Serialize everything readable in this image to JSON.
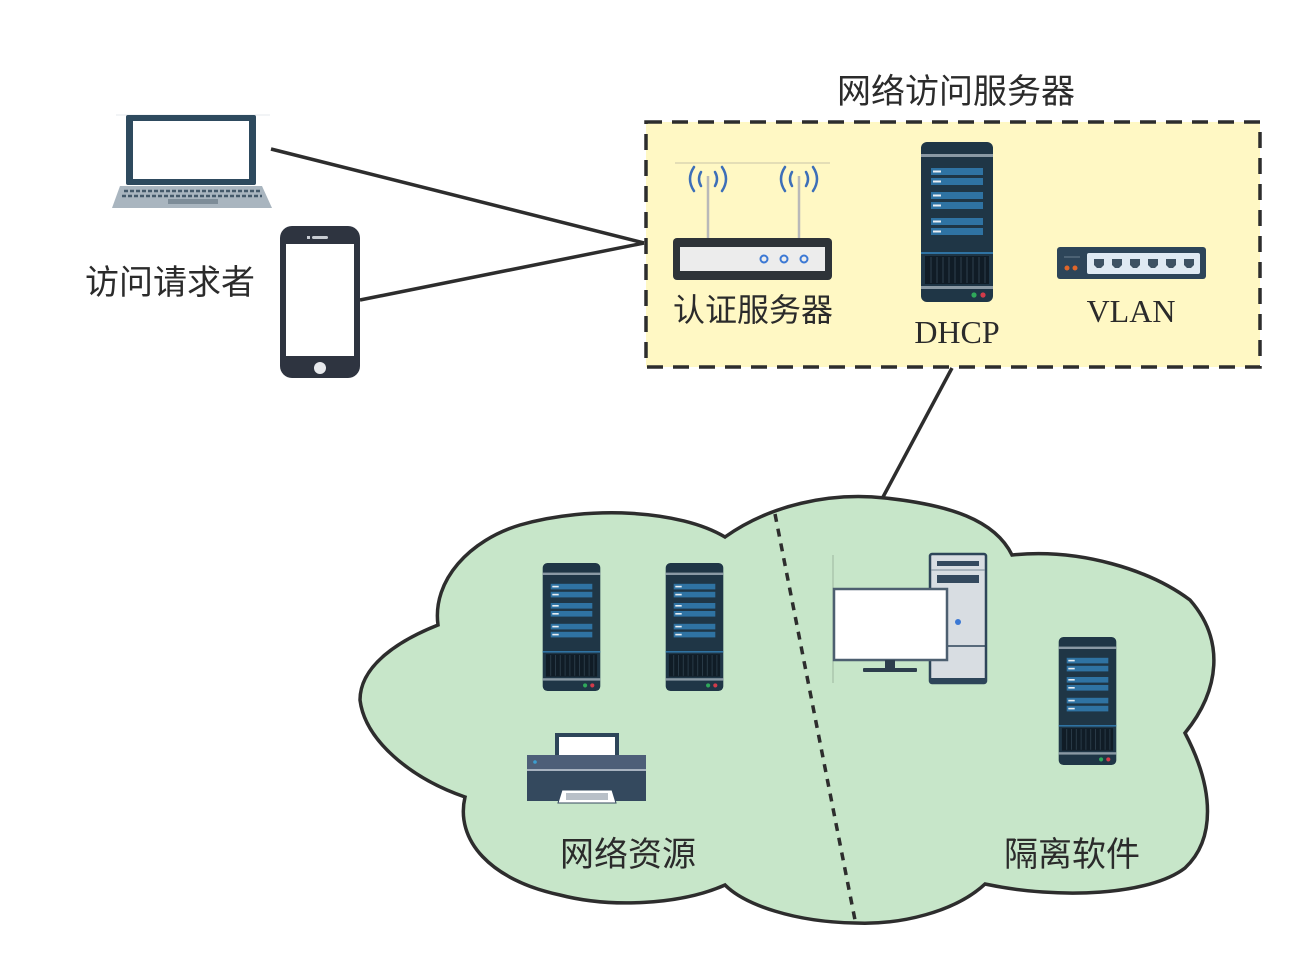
{
  "title": "网络访问服务器",
  "colors": {
    "nas_fill": "#fff8c4",
    "cloud_fill": "#c7e6c9",
    "stroke": "#2d2d2d",
    "device_dark": "#1f3646",
    "device_accent": "#2f73a3",
    "led_green": "#2fa85a",
    "led_red": "#d23b4a",
    "port_orange": "#e0662a",
    "router_dot": "#3b78d4"
  },
  "requester": {
    "label": "访问请求者",
    "devices": [
      {
        "name": "laptop",
        "icon": "laptop-icon"
      },
      {
        "name": "phone",
        "icon": "smartphone-icon"
      }
    ]
  },
  "nas": {
    "label": "网络访问服务器",
    "components": [
      {
        "name": "auth-server",
        "label": "认证服务器",
        "icon": "wireless-router-icon"
      },
      {
        "name": "dhcp",
        "label": "DHCP",
        "icon": "server-tower-icon"
      },
      {
        "name": "vlan",
        "label": "VLAN",
        "icon": "network-switch-icon"
      }
    ]
  },
  "cloud": {
    "zones": [
      {
        "name": "network-resources",
        "label": "网络资源",
        "devices": [
          "server-tower-icon",
          "server-tower-icon",
          "printer-icon"
        ]
      },
      {
        "name": "quarantine-software",
        "label": "隔离软件",
        "devices": [
          "desktop-computer-icon",
          "server-tower-icon"
        ]
      }
    ]
  },
  "connections": [
    {
      "from": "laptop",
      "to": "nas",
      "style": "solid"
    },
    {
      "from": "phone",
      "to": "nas",
      "style": "solid"
    },
    {
      "from": "nas",
      "to": "cloud",
      "style": "solid"
    },
    {
      "from": "network-resources",
      "to": "quarantine-software",
      "style": "dotted",
      "type": "divider"
    }
  ]
}
